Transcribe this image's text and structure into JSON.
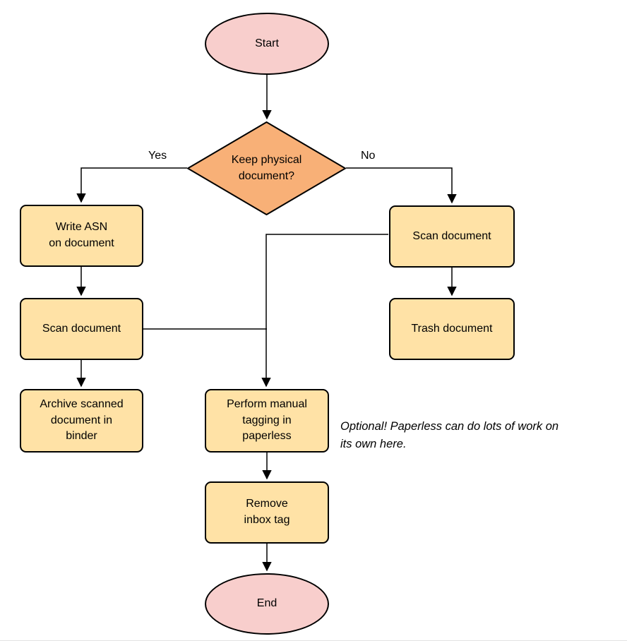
{
  "diagram": {
    "nodes": {
      "start": {
        "label": "Start"
      },
      "decision": {
        "label": "Keep physical\ndocument?"
      },
      "write_asn": {
        "label": "Write ASN\non document"
      },
      "scan_left": {
        "label": "Scan document"
      },
      "archive": {
        "label": "Archive scanned\ndocument in\nbinder"
      },
      "scan_right": {
        "label": "Scan document"
      },
      "trash": {
        "label": "Trash document"
      },
      "tagging": {
        "label": "Perform manual\ntagging in\npaperless"
      },
      "remove_inbox": {
        "label": "Remove\ninbox tag"
      },
      "end": {
        "label": "End"
      }
    },
    "edge_labels": {
      "yes": "Yes",
      "no": "No"
    },
    "annotation": "Optional! Paperless can do lots of work on\nits own here.",
    "colors": {
      "terminal_fill": "#F8CECC",
      "decision_fill": "#F8B077",
      "process_fill": "#FFE2A6",
      "stroke": "#000000"
    }
  }
}
